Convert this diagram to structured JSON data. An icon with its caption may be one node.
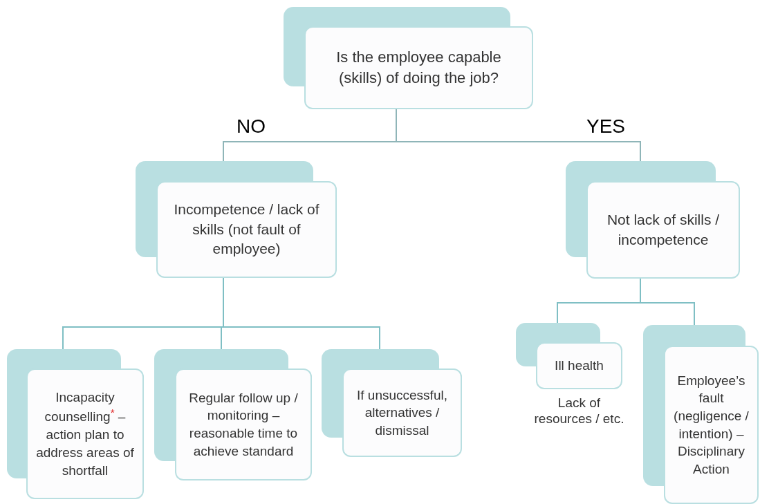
{
  "diagram": {
    "nodes": [
      {
        "text": [
          "Is the employee capable (skills) of doing the job?"
        ]
      },
      {
        "text": [
          "Incompetence / lack of skills (not fault of employee)"
        ]
      },
      {
        "text": [
          "Not lack of skills / incompetence"
        ]
      },
      {
        "text": [
          "Incapacity counselling$^{*}$ – action plan to address areas of shortfall"
        ]
      },
      {
        "text": [
          "Regular follow up / monitoring – reasonable time to achieve standard"
        ]
      },
      {
        "text": [
          "If unsuccessful, alternatives / dismissal"
        ]
      },
      {
        "text": [
          "Ill health"
        ],
        "beside": [
          "Lack of resources / etc."
        ]
      },
      {
        "text": [
          "Employee’s fault (negligence / intention) – Disciplinary Action"
        ]
      }
    ],
    "edges": [
      {
        "from": 0,
        "to": 1,
        "arrow": "none",
        "label": "NO"
      },
      {
        "from": 0,
        "to": 2,
        "arrow": "none",
        "label": "YES"
      },
      {
        "from": 1,
        "to": 3,
        "arrow": "none"
      },
      {
        "from": 1,
        "to": 4,
        "arrow": "none"
      },
      {
        "from": 1,
        "to": 5,
        "arrow": "none"
      },
      {
        "from": 2,
        "to": 6,
        "arrow": "none"
      },
      {
        "from": 2,
        "to": 7,
        "arrow": "none"
      }
    ]
  }
}
